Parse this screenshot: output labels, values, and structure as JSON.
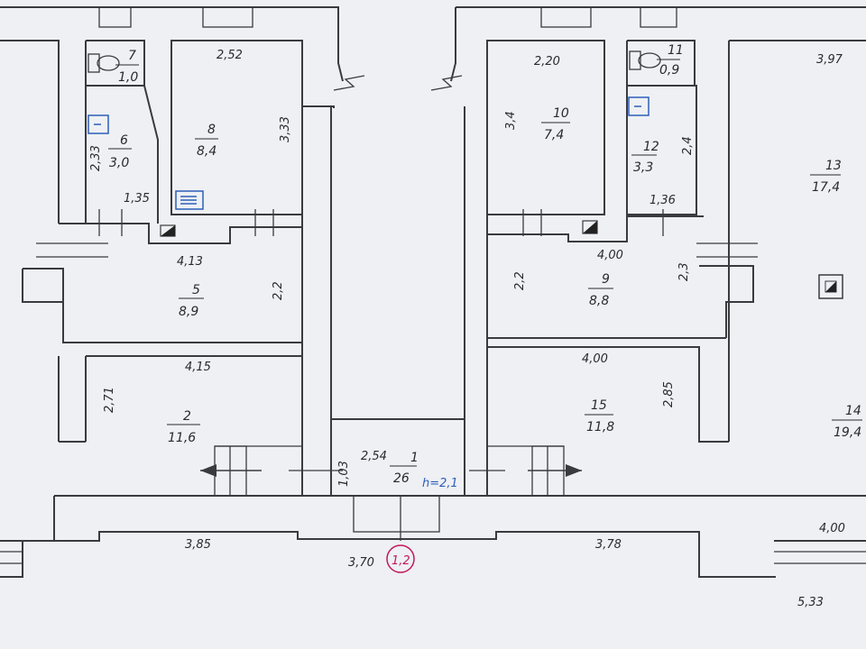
{
  "rooms": {
    "r1": {
      "num": "1",
      "area": "26"
    },
    "r2": {
      "num": "2",
      "area": "11,6"
    },
    "r5": {
      "num": "5",
      "area": "8,9"
    },
    "r6": {
      "num": "6",
      "area": "3,0"
    },
    "r7": {
      "num": "7",
      "area": "1,0"
    },
    "r8": {
      "num": "8",
      "area": "8,4"
    },
    "r9": {
      "num": "9",
      "area": "8,8"
    },
    "r10": {
      "num": "10",
      "area": "7,4"
    },
    "r11": {
      "num": "11",
      "area": "0,9"
    },
    "r12": {
      "num": "12",
      "area": "3,3"
    },
    "r13": {
      "num": "13",
      "area": "17,4"
    },
    "r14": {
      "num": "14",
      "area": "19,4"
    },
    "r15": {
      "num": "15",
      "area": "11,8"
    }
  },
  "dims": {
    "d_2_52": "2,52",
    "d_3_33": "3,33",
    "d_2_33": "2,33",
    "d_1_35": "1,35",
    "d_4_13": "4,13",
    "d_2_2a": "2,2",
    "d_4_15": "4,15",
    "d_2_71": "2,71",
    "d_1_03": "1,03",
    "d_2_54": "2,54",
    "d_2_20": "2,20",
    "d_3_4": "3,4",
    "d_2_4": "2,4",
    "d_1_36": "1,36",
    "d_4_00a": "4,00",
    "d_2_2b": "2,2",
    "d_2_3": "2,3",
    "d_4_00b": "4,00",
    "d_2_85": "2,85",
    "d_3_97": "3,97",
    "d_4_00c": "4,00",
    "d_3_85": "3,85",
    "d_3_70": "3,70",
    "d_3_78": "3,78",
    "d_5_33": "5,33"
  },
  "height_note": "h=2,1",
  "level_mark": "1,2",
  "colors": {
    "line": "#3a3a3f",
    "accent_blue": "#2d5fb8",
    "mark_red": "#c2185b",
    "paper": "#eef0f4"
  }
}
